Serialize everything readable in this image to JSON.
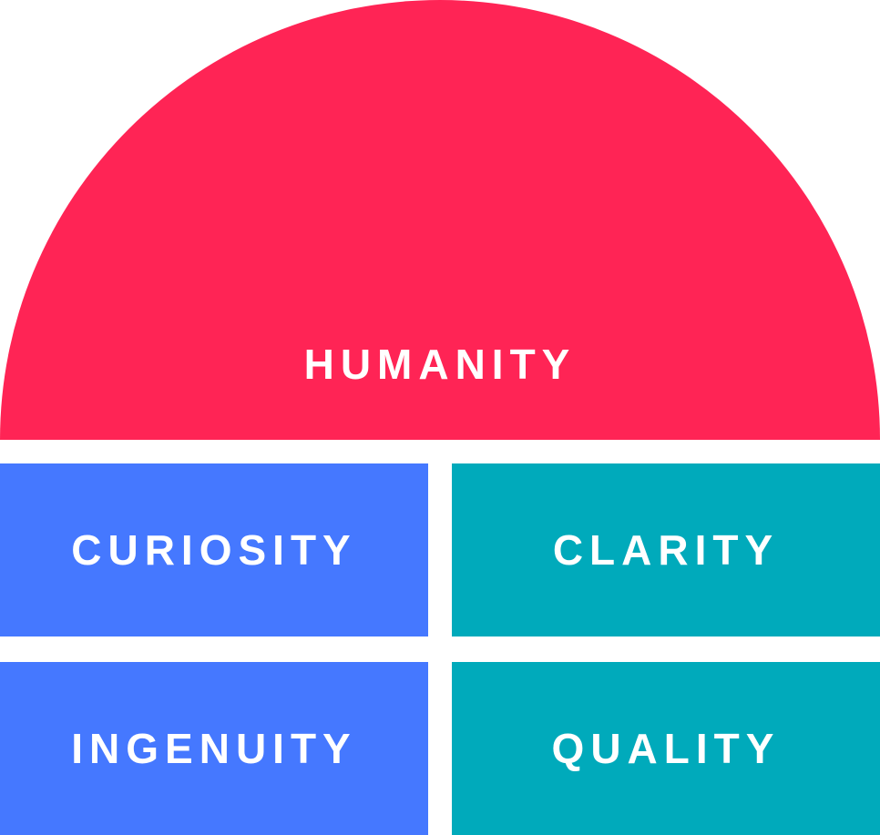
{
  "colors": {
    "humanity": "#FF2455",
    "curiosity": "#4578FF",
    "ingenuity": "#4578FF",
    "clarity": "#00AABB",
    "quality": "#00AABB"
  },
  "labels": {
    "humanity": "HUMANITY",
    "curiosity": "CURIOSITY",
    "clarity": "CLARITY",
    "ingenuity": "INGENUITY",
    "quality": "QUALITY"
  }
}
